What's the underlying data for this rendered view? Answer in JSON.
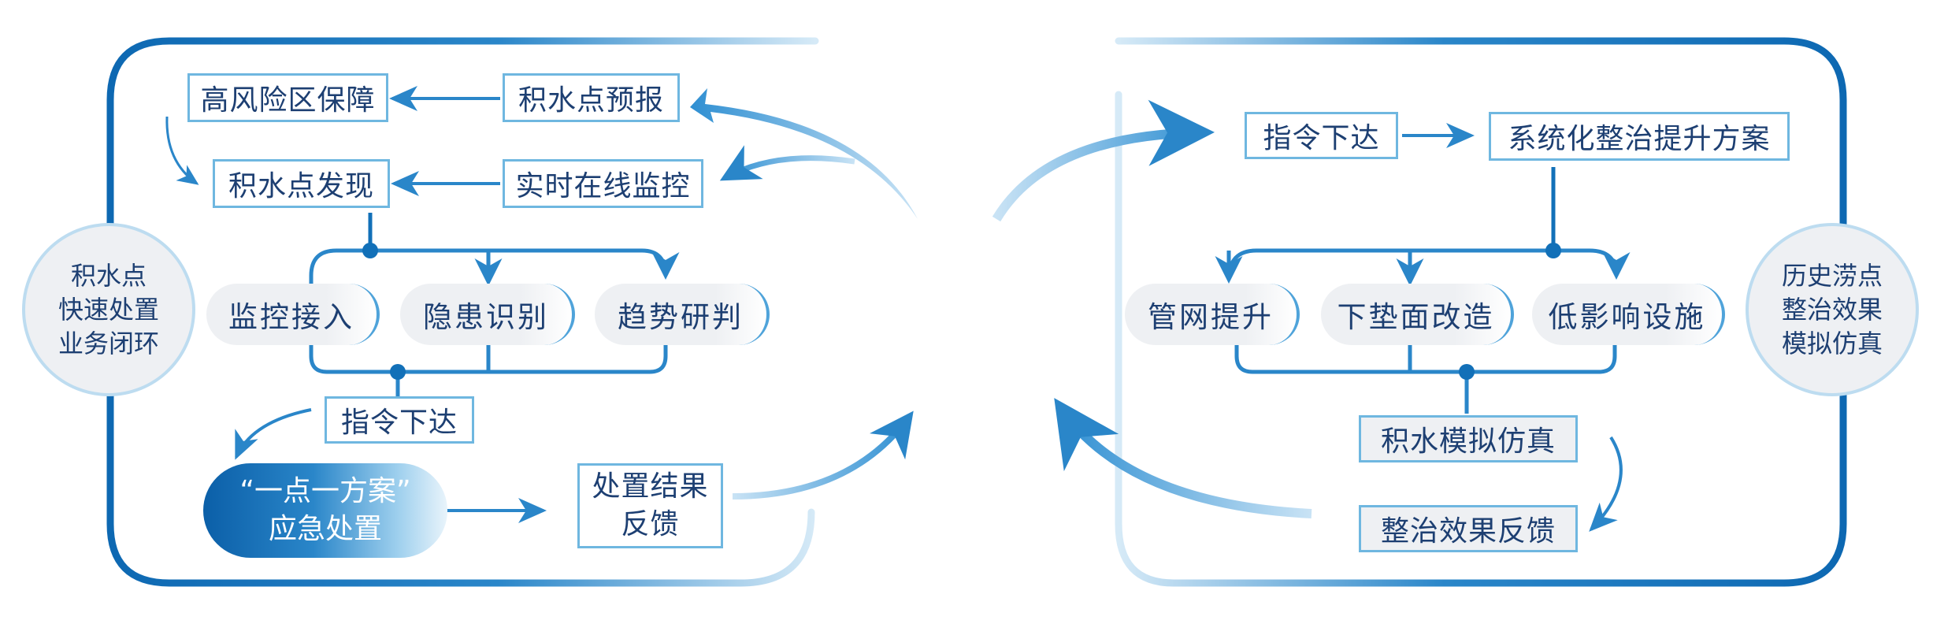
{
  "left": {
    "circle": [
      "积水点",
      "快速处置",
      "业务闭环"
    ],
    "high_risk": "高风险区保障",
    "forecast": "积水点预报",
    "discovery": "积水点发现",
    "monitor_online": "实时在线监控",
    "pills": [
      "监控接入",
      "隐患识别",
      "趋势研判"
    ],
    "command": "指令下达",
    "emergency": [
      "“一点一方案”",
      "应急处置"
    ],
    "feedback": [
      "处置结果",
      "反馈"
    ]
  },
  "right": {
    "circle": [
      "历史涝点",
      "整治效果",
      "模拟仿真"
    ],
    "command": "指令下达",
    "plan": "系统化整治提升方案",
    "pills": [
      "管网提升",
      "下垫面改造",
      "低影响设施"
    ],
    "simulation": "积水模拟仿真",
    "feedback": "整治效果反馈"
  },
  "colors": {
    "primary": "#1270b8",
    "light": "#6fb7e0",
    "text": "#1d3f72",
    "pill_bg": "#eef0f3"
  }
}
